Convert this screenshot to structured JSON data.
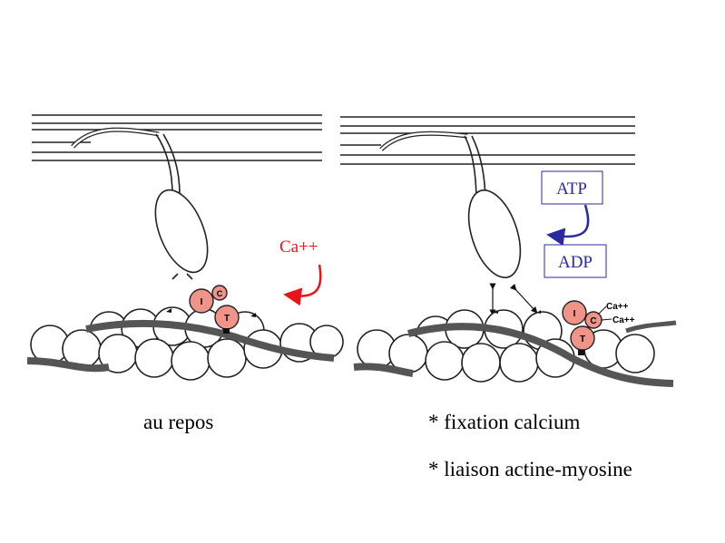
{
  "left_panel": {
    "calcium_label": "Ca++",
    "troponin_labels": {
      "i": "I",
      "c": "C",
      "t": "T"
    },
    "caption": "au repos"
  },
  "right_panel": {
    "atp_label": "ATP",
    "adp_label": "ADP",
    "troponin_labels": {
      "i": "I",
      "c": "C",
      "t": "T"
    },
    "calcium_bound_1": "Ca++",
    "calcium_bound_2": "Ca++",
    "caption_1": "* fixation calcium",
    "caption_2": "* liaison actine-myosine"
  },
  "colors": {
    "calcium_arrow": "#e8141c",
    "atp_arrow": "#2a2aa0",
    "troponin": "#f0948a"
  }
}
